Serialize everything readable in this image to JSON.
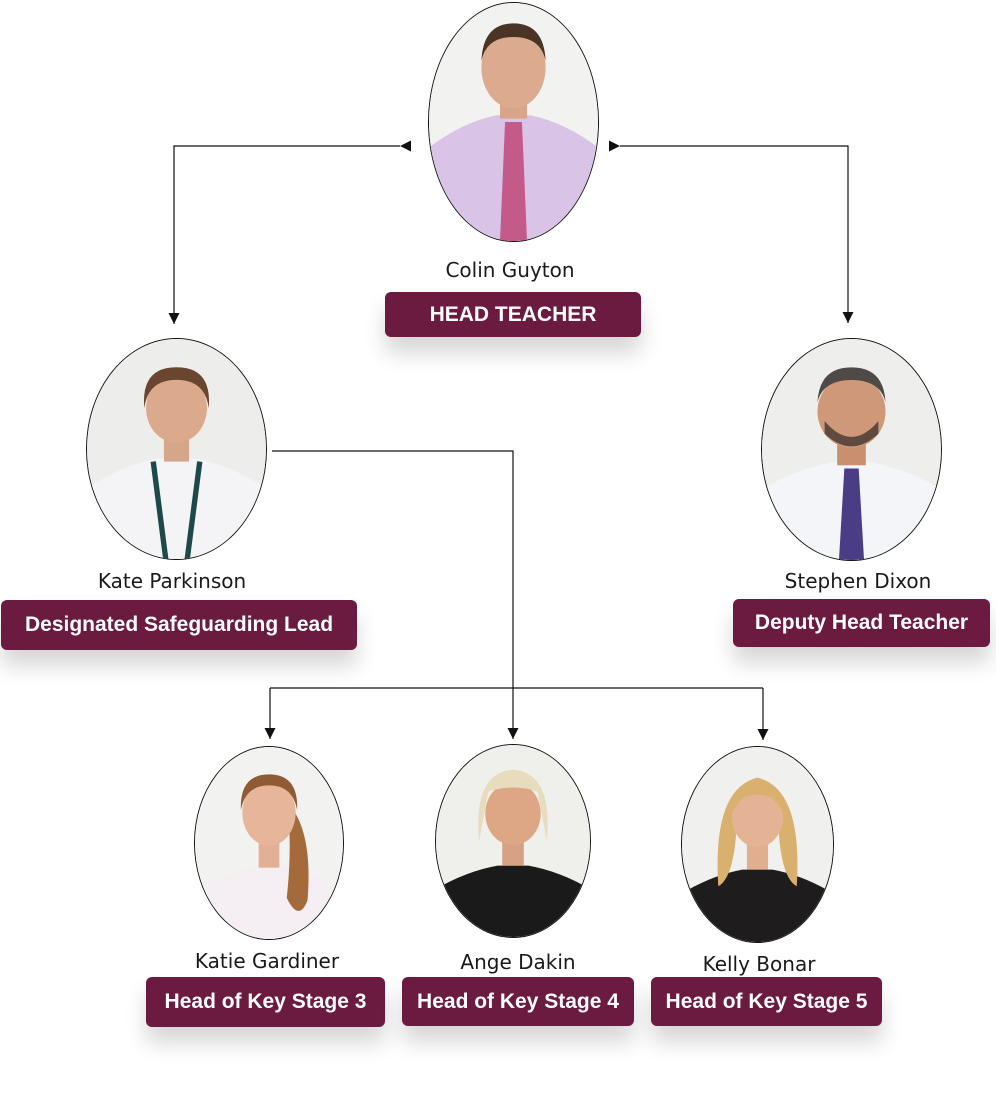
{
  "people": [
    {
      "id": "head",
      "name": "Colin Guyton",
      "role": "HEAD TEACHER"
    },
    {
      "id": "dsl",
      "name": "Kate Parkinson",
      "role": "Designated Safeguarding Lead"
    },
    {
      "id": "deputy",
      "name": "Stephen Dixon",
      "role": "Deputy Head Teacher"
    },
    {
      "id": "ks3",
      "name": "Katie Gardiner",
      "role": "Head of Key Stage 3"
    },
    {
      "id": "ks4",
      "name": "Ange Dakin",
      "role": "Head of Key Stage 4"
    },
    {
      "id": "ks5",
      "name": "Kelly Bonar",
      "role": "Head of Key Stage 5"
    }
  ],
  "colors": {
    "role_badge": "#6b1a40",
    "connector": "#111111"
  }
}
